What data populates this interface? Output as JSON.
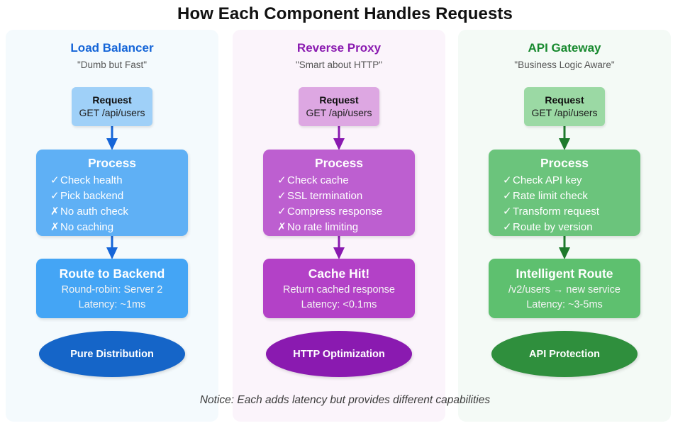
{
  "title": "How Each Component Handles Requests",
  "footer_note": "Notice: Each adds latency but provides different capabilities",
  "colors": {
    "lb_panel": "#f4fafd",
    "lb_accent": "#1565d8",
    "lb_request": "#9fd0f8",
    "lb_box": "#5fb0f5",
    "lb_result": "#44a5f5",
    "lb_badge": "#1565c8",
    "rp_panel": "#fbf4fb",
    "rp_accent": "#8a1ab0",
    "rp_request": "#dda7e2",
    "rp_box": "#bd5fd0",
    "rp_result": "#b341c7",
    "rp_badge": "#8a1ab0",
    "ag_panel": "#f4faf6",
    "ag_accent": "#17892e",
    "ag_request": "#9bd9a4",
    "ag_box": "#6bc47c",
    "ag_result": "#5ec06f",
    "ag_badge": "#2f8f3d"
  },
  "columns": [
    {
      "title": "Load Balancer",
      "subtitle": "\"Dumb but Fast\"",
      "request": {
        "title": "Request",
        "detail": "GET /api/users"
      },
      "process": {
        "title": "Process",
        "items": [
          {
            "mark": "✓",
            "label": "Check health"
          },
          {
            "mark": "✓",
            "label": "Pick backend"
          },
          {
            "mark": "✗",
            "label": "No auth check"
          },
          {
            "mark": "✗",
            "label": "No caching"
          }
        ]
      },
      "result": {
        "title": "Route to Backend",
        "lines": [
          "Round-robin: Server 2",
          "Latency: ~1ms"
        ]
      },
      "badge": "Pure Distribution"
    },
    {
      "title": "Reverse Proxy",
      "subtitle": "\"Smart about HTTP\"",
      "request": {
        "title": "Request",
        "detail": "GET /api/users"
      },
      "process": {
        "title": "Process",
        "items": [
          {
            "mark": "✓",
            "label": "Check cache"
          },
          {
            "mark": "✓",
            "label": "SSL termination"
          },
          {
            "mark": "✓",
            "label": "Compress response"
          },
          {
            "mark": "✗",
            "label": "No rate limiting"
          }
        ]
      },
      "result": {
        "title": "Cache Hit!",
        "lines": [
          "Return cached response",
          "Latency: <0.1ms"
        ]
      },
      "badge": "HTTP Optimization"
    },
    {
      "title": "API Gateway",
      "subtitle": "\"Business Logic Aware\"",
      "request": {
        "title": "Request",
        "detail": "GET /api/users"
      },
      "process": {
        "title": "Process",
        "items": [
          {
            "mark": "✓",
            "label": "Check API key"
          },
          {
            "mark": "✓",
            "label": "Rate limit check"
          },
          {
            "mark": "✓",
            "label": "Transform request"
          },
          {
            "mark": "✓",
            "label": "Route by version"
          }
        ]
      },
      "result": {
        "title": "Intelligent Route",
        "lines": [
          "/v2/users → new service",
          "Latency: ~3-5ms"
        ]
      },
      "badge": "API Protection"
    }
  ]
}
